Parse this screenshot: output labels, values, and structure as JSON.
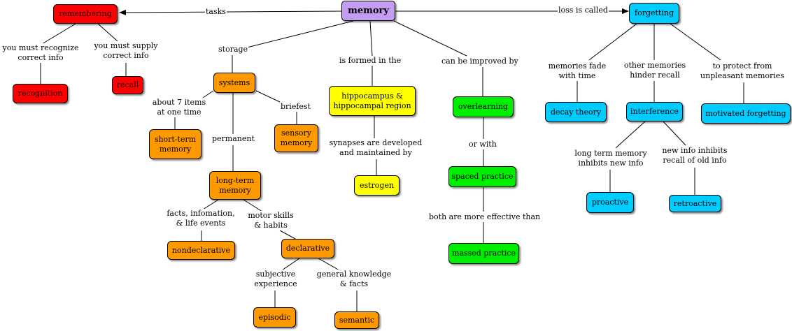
{
  "colors": {
    "memory": "#c49cf2",
    "red": "#ff0000",
    "orange": "#ff9900",
    "yellow": "#ffff00",
    "green": "#00ee00",
    "blue": "#00ccff"
  },
  "nodes": {
    "memory": "memory",
    "remembering": "remembering",
    "recognition": "recognition",
    "recall": "recall",
    "systems": "systems",
    "short_term_memory": "short-term memory",
    "sensory_memory": "sensory memory",
    "long_term_memory": "long-term memory",
    "nondeclarative": "nondeclarative",
    "declarative": "declarative",
    "episodic": "episodic",
    "semantic": "semantic",
    "hippocampus": "hippocampus & hippocampal region",
    "estrogen": "estrogen",
    "overlearning": "overlearning",
    "spaced_practice": "spaced practice",
    "massed_practice": "massed practice",
    "forgetting": "forgetting",
    "decay_theory": "decay theory",
    "interference": "interference",
    "motivated_forgetting": "motivated forgetting",
    "proactive": "proactive",
    "retroactive": "retroactive"
  },
  "links": {
    "tasks": "tasks",
    "you_must_recognize": "you must recognize correct info",
    "you_must_supply": "you must supply correct info",
    "storage": "storage",
    "about_7_items": "about 7 items at one time",
    "briefest": "briefest",
    "permanent": "permanent",
    "facts_information": "facts, infomation, & life events",
    "motor_skills": "motor skills & habits",
    "subjective_experience": "subjective experience",
    "general_knowledge": "general knowledge & facts",
    "is_formed_in_the": "is formed in the",
    "synapses": "synapses are developed and maintained by",
    "can_be_improved_by": "can be improved by",
    "or_with": "or with",
    "both_more_effective": "both are more effective than",
    "loss_is_called": "loss is called",
    "memories_fade": "memories fade with time",
    "other_memories": "other memories hinder recall",
    "to_protect": "to protect from unpleasant memories",
    "long_term_inhibits": "long term memory inhibits new info",
    "new_info_inhibits": "new info inhibits recall of old info"
  }
}
